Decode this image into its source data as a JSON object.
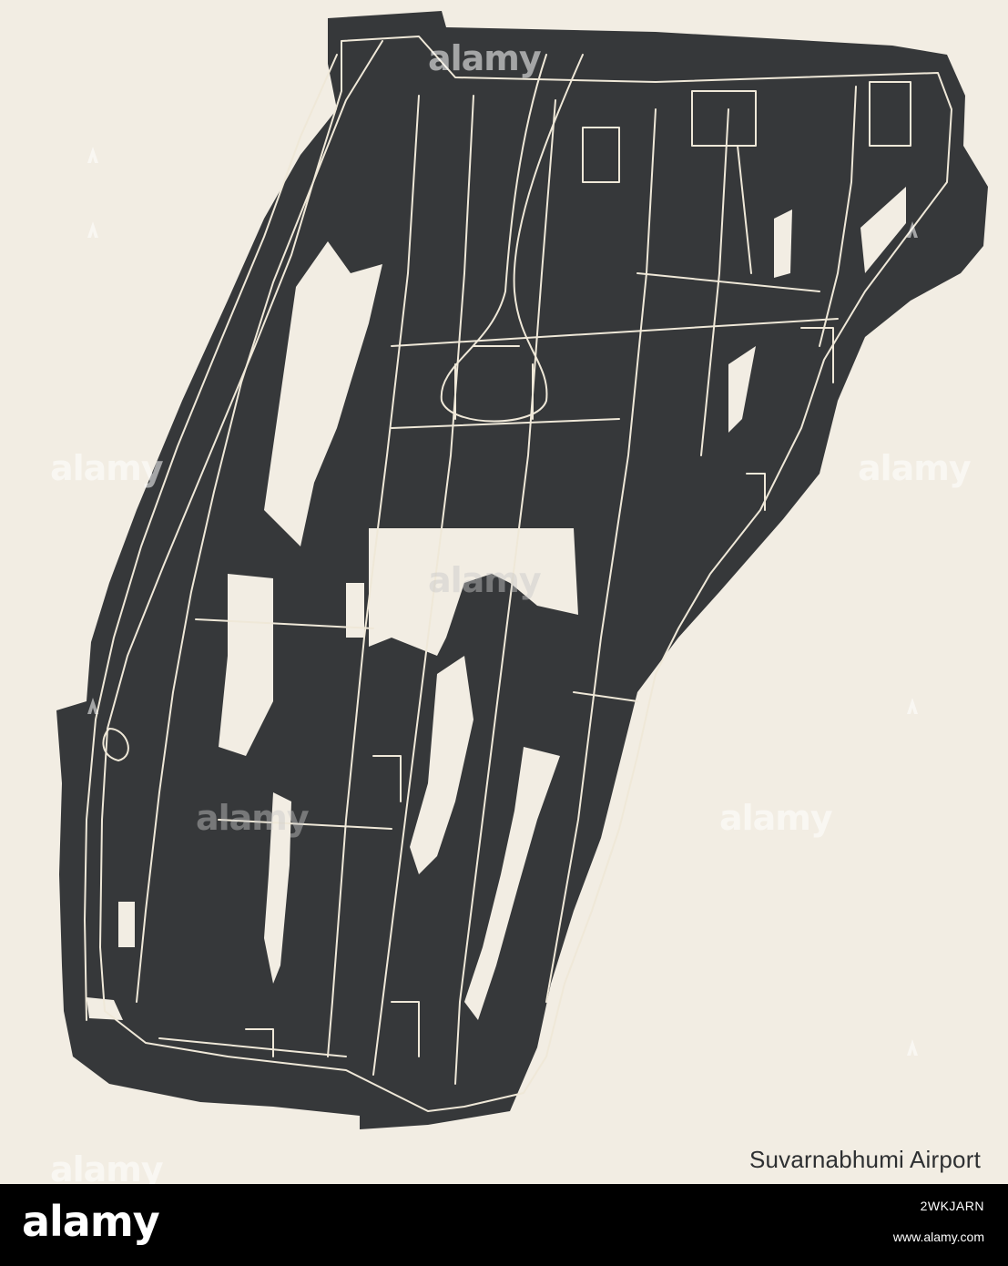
{
  "map": {
    "title": "Suvarnabhumi Airport",
    "colors": {
      "background": "#f2ede3",
      "land": "#36383a",
      "roads": "#efe8d8",
      "footer": "#000000"
    }
  },
  "watermark": {
    "text": "alamy",
    "icon": "alamy-a-icon"
  },
  "footer": {
    "logo": "alamy",
    "image_id": "2WKJARN",
    "url": "www.alamy.com"
  }
}
